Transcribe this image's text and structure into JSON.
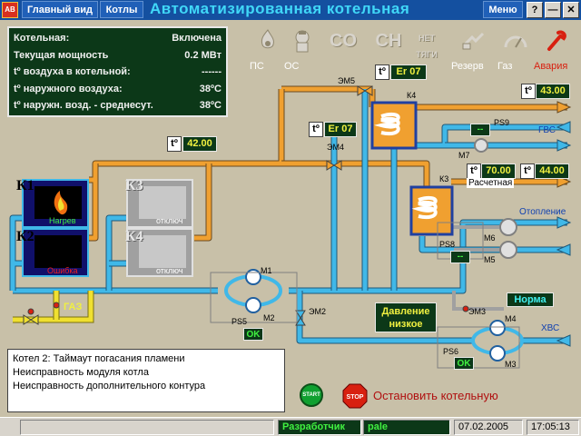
{
  "titlebar": {
    "logo": "AB",
    "nav": [
      "Главный вид",
      "Котлы"
    ],
    "title": "Автоматизированная котельная",
    "menu": "Меню",
    "help": "?",
    "minimize": "—",
    "close": "✕"
  },
  "info": {
    "rows": [
      {
        "label": "Котельная:",
        "value": "Включена"
      },
      {
        "label": "Текущая мощность",
        "value": "0.2 МВт"
      },
      {
        "label": "tº воздуха в котельной:",
        "value": "------"
      },
      {
        "label": "tº наружного воздуха:",
        "value": "38ºC"
      },
      {
        "label": "tº наружн. возд. - среднесут.",
        "value": "38ºC"
      }
    ]
  },
  "status_icons": [
    {
      "name": "ps-icon",
      "label": "ПС"
    },
    {
      "name": "os-icon",
      "label": "ОС"
    },
    {
      "name": "co-icon",
      "text": "CO"
    },
    {
      "name": "ch-icon",
      "text": "CH"
    },
    {
      "name": "net-tyagi-icon",
      "text": "НЕТ ТЯГИ"
    },
    {
      "name": "rezerv-icon",
      "label": "Резерв"
    },
    {
      "name": "gaz-icon",
      "label": "Газ"
    },
    {
      "name": "avariya-icon",
      "label": "Авария"
    }
  ],
  "scheme": {
    "t_label": "tº",
    "em5": "ЭМ5",
    "em4": "ЭМ4",
    "em2": "ЭМ2",
    "em3": "ЭМ3",
    "er_top": "Er 07",
    "er_mid": "Er 07",
    "k4": "К4",
    "k3": "К3",
    "ps9": "PS9",
    "ps8": "PS8",
    "ps5": "PS5",
    "ps6": "PS6",
    "m1": "М1",
    "m2": "М2",
    "m3": "М3",
    "m4": "М4",
    "m5": "М5",
    "m6": "М6",
    "m7": "М7",
    "t_supply": "42.00",
    "t_gvs": "43.00",
    "t_calc": "70.00",
    "calc_label": "Расчетная",
    "t_heat": "44.00",
    "gvs": "ГВС",
    "heating": "Отопление",
    "hvs": "ХВС",
    "gas": "ГАЗ",
    "ps9_val": "--",
    "ps8_val": "--",
    "ps5_val": "OK",
    "ps6_val": "OK",
    "pressure_line1": "Давление",
    "pressure_line2": "низкое",
    "norma": "Норма"
  },
  "boilers": [
    {
      "id": "К1",
      "status": "Нагрев"
    },
    {
      "id": "К2",
      "status": "Ошибка"
    },
    {
      "id": "К3",
      "status": "отключ"
    },
    {
      "id": "К4",
      "status": "отключ"
    }
  ],
  "messages": [
    "Котел 2: Таймаут погасания пламени",
    "Неисправность модуля котла",
    "Неисправность дополнительного контура"
  ],
  "controls": {
    "start": "START",
    "stop": "STOP",
    "stop_label": "Остановить котельную"
  },
  "statusbar": {
    "role": "Разработчик",
    "user": "pale",
    "date": "07.02.2005",
    "time": "17:05:13"
  },
  "colors": {
    "hot": "#f0a030",
    "cold": "#40b8e8",
    "gas": "#f0e030",
    "return": "#e06030"
  }
}
